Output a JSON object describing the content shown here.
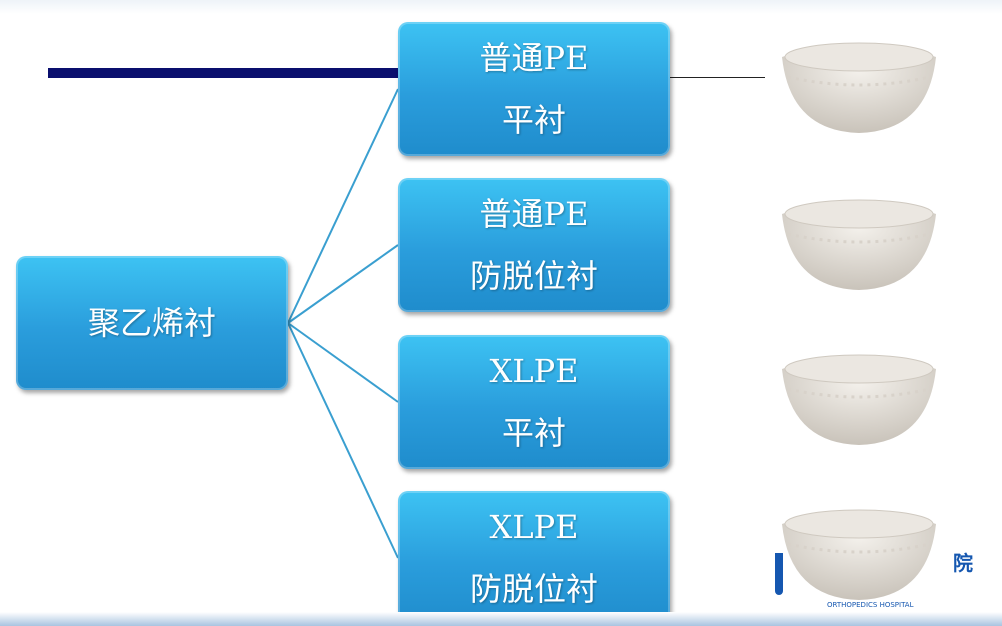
{
  "root": {
    "label": "聚乙烯衬"
  },
  "children": [
    {
      "line1": "普通PE",
      "line2": "平衬"
    },
    {
      "line1": "普通PE",
      "line2": "防脱位衬"
    },
    {
      "line1": "XLPE",
      "line2": "平衬"
    },
    {
      "line1": "XLPE",
      "line2": "防脱位衬"
    }
  ],
  "logo": {
    "char": "院",
    "subtitle": "ORTHOPEDICS HOSPITAL"
  },
  "colors": {
    "box": "#2a9ddc",
    "bar": "#0a0f6e",
    "line": "#3a9fd0"
  }
}
